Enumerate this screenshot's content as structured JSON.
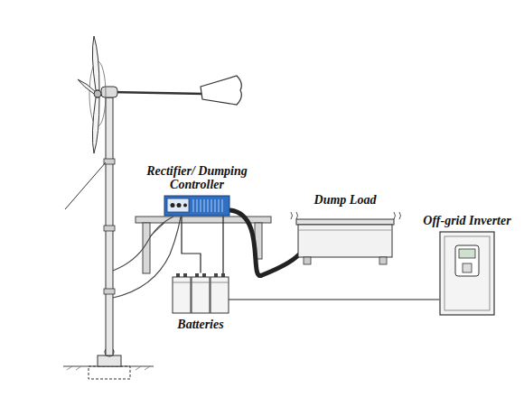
{
  "diagram": {
    "nodes": [
      {
        "text": [
          "Rectifier/ Dumping Controller"
        ]
      },
      {
        "text": [
          "Dump Load"
        ]
      },
      {
        "text": [
          "Off-grid Inverter"
        ]
      },
      {
        "text": [
          "Batteries"
        ]
      }
    ],
    "edges": [
      {
        "from": 0,
        "to": 1,
        "arrow": "none"
      },
      {
        "from": 0,
        "to": 3,
        "arrow": "none"
      },
      {
        "from": 0,
        "to": 2,
        "arrow": "none"
      }
    ]
  }
}
